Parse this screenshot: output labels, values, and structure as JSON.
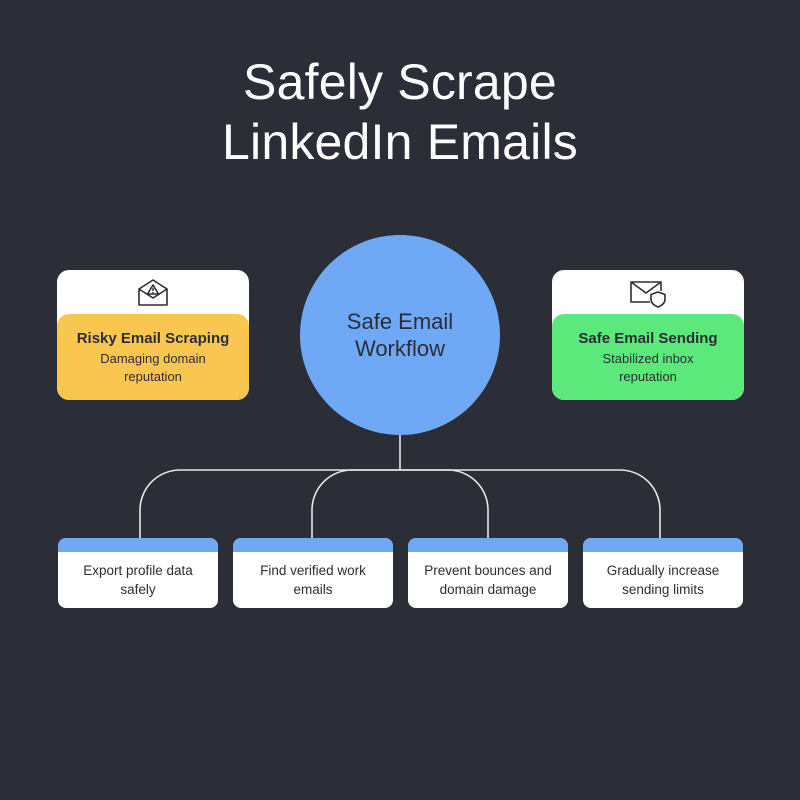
{
  "title": {
    "line1": "Safely Scrape",
    "line2": "LinkedIn Emails"
  },
  "center": {
    "line1": "Safe Email",
    "line2": "Workflow"
  },
  "left_card": {
    "icon": "warning-envelope-icon",
    "heading": "Risky Email Scraping",
    "text": "Damaging domain reputation",
    "color": "#f9c74f"
  },
  "right_card": {
    "icon": "shield-envelope-icon",
    "heading": "Safe Email Sending",
    "text": "Stabilized inbox reputation",
    "color": "#5ce87a"
  },
  "steps": [
    {
      "label": "Export profile data safely"
    },
    {
      "label": "Find verified work emails"
    },
    {
      "label": "Prevent bounces and domain damage"
    },
    {
      "label": "Gradually increase sending limits"
    }
  ],
  "colors": {
    "background": "#2b2d37",
    "accent": "#6fa8f5"
  }
}
